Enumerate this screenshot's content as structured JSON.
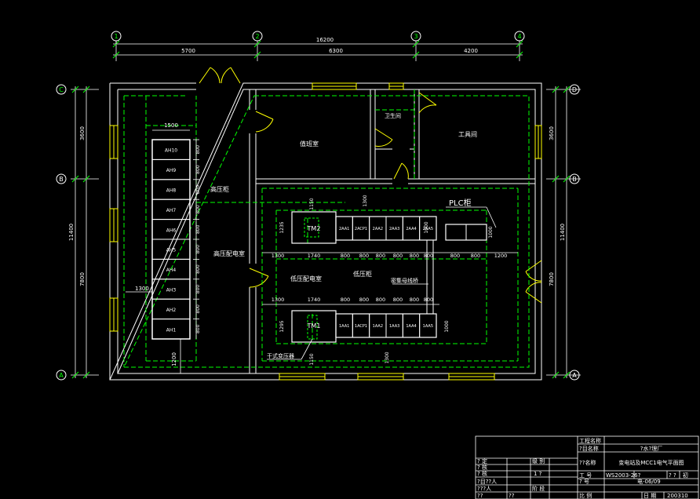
{
  "axes": {
    "top": [
      "1",
      "2",
      "3",
      "4"
    ],
    "left": [
      "C",
      "B",
      "A"
    ],
    "right": [
      "D",
      "B",
      "A"
    ]
  },
  "dimensions": {
    "top_total": "16200",
    "top_segments": [
      "5700",
      "6300",
      "4200"
    ],
    "left_total": "11400",
    "left_segments": [
      "3600",
      "7800"
    ],
    "right_total": "11400",
    "right_segments": [
      "3600",
      "7800"
    ],
    "hv_width": "1500",
    "hv_left_offset": "1300",
    "hv_bottom": "1200",
    "hv_cabinet_heights": [
      "800",
      "800",
      "800",
      "800",
      "800",
      "800",
      "800",
      "800",
      "800",
      "800"
    ],
    "lv_row1": [
      "1300",
      "1740",
      "800",
      "800",
      "800",
      "800",
      "800",
      "800",
      "800",
      "800",
      "1200"
    ],
    "lv_row2": [
      "1300",
      "1740",
      "800",
      "800",
      "800",
      "800",
      "800",
      "800"
    ],
    "tm2_depth": "1235",
    "tm2_clearance": "1150",
    "tm2_top": "1300",
    "tm1_depth": "1295",
    "tm1_clearance": "1150",
    "tm1_bottom": "1300",
    "bus_gap_top": "1000",
    "bus_gap_bottom": "1000",
    "plc_depth": "1000"
  },
  "rooms": {
    "duty_room": "值班室",
    "toilet": "卫生间",
    "tool_room": "工具间",
    "hv_room": "高压配电室",
    "lv_room": "低压配电室",
    "hv_cabinet": "高压柜",
    "lv_cabinet": "低压柜",
    "bus_bridge": "密集母线桥",
    "transformer": "干式变压器",
    "plc": "PLC柜"
  },
  "hv_cabinets": [
    "AH10",
    "AH9",
    "AH8",
    "AH7",
    "AH6",
    "AH5",
    "AH4",
    "AH3",
    "AH2",
    "AH1"
  ],
  "lv_row_top": {
    "transformer": "TM2",
    "panels": [
      "2AA1",
      "2ACP1",
      "2AA2",
      "2AA3",
      "2AA4",
      "2AA5"
    ]
  },
  "lv_row_bottom": {
    "transformer": "TM1",
    "panels": [
      "1AA1",
      "1ACP1",
      "1AA2",
      "1AA3",
      "1AA4",
      "1AA5"
    ]
  },
  "title_block": {
    "project_label": "工程名称",
    "project_value": "?水?理厂",
    "item_label": "?目名称",
    "drawing_label": "??名称",
    "drawing_value": "变电站及MCC1电气平面图",
    "job_label": "工    号",
    "job_value": "WS2003-26?",
    "grade_label": "?    ?",
    "grade_value": "初",
    "drawing_no_label": "?    号",
    "drawing_no_value": "电-06/09",
    "scale_label": "比    例",
    "date_label": "日    期",
    "date_value": "200310",
    "approve_label": "?    定",
    "review_label": "?    核",
    "check_label": "?    核",
    "designer_label": "?目??人",
    "discipline_label": "???人",
    "level_label": "级    别",
    "level_value": "1  ?",
    "sheet_label": "阶    段",
    "row_a": "??",
    "row_b": "??"
  }
}
